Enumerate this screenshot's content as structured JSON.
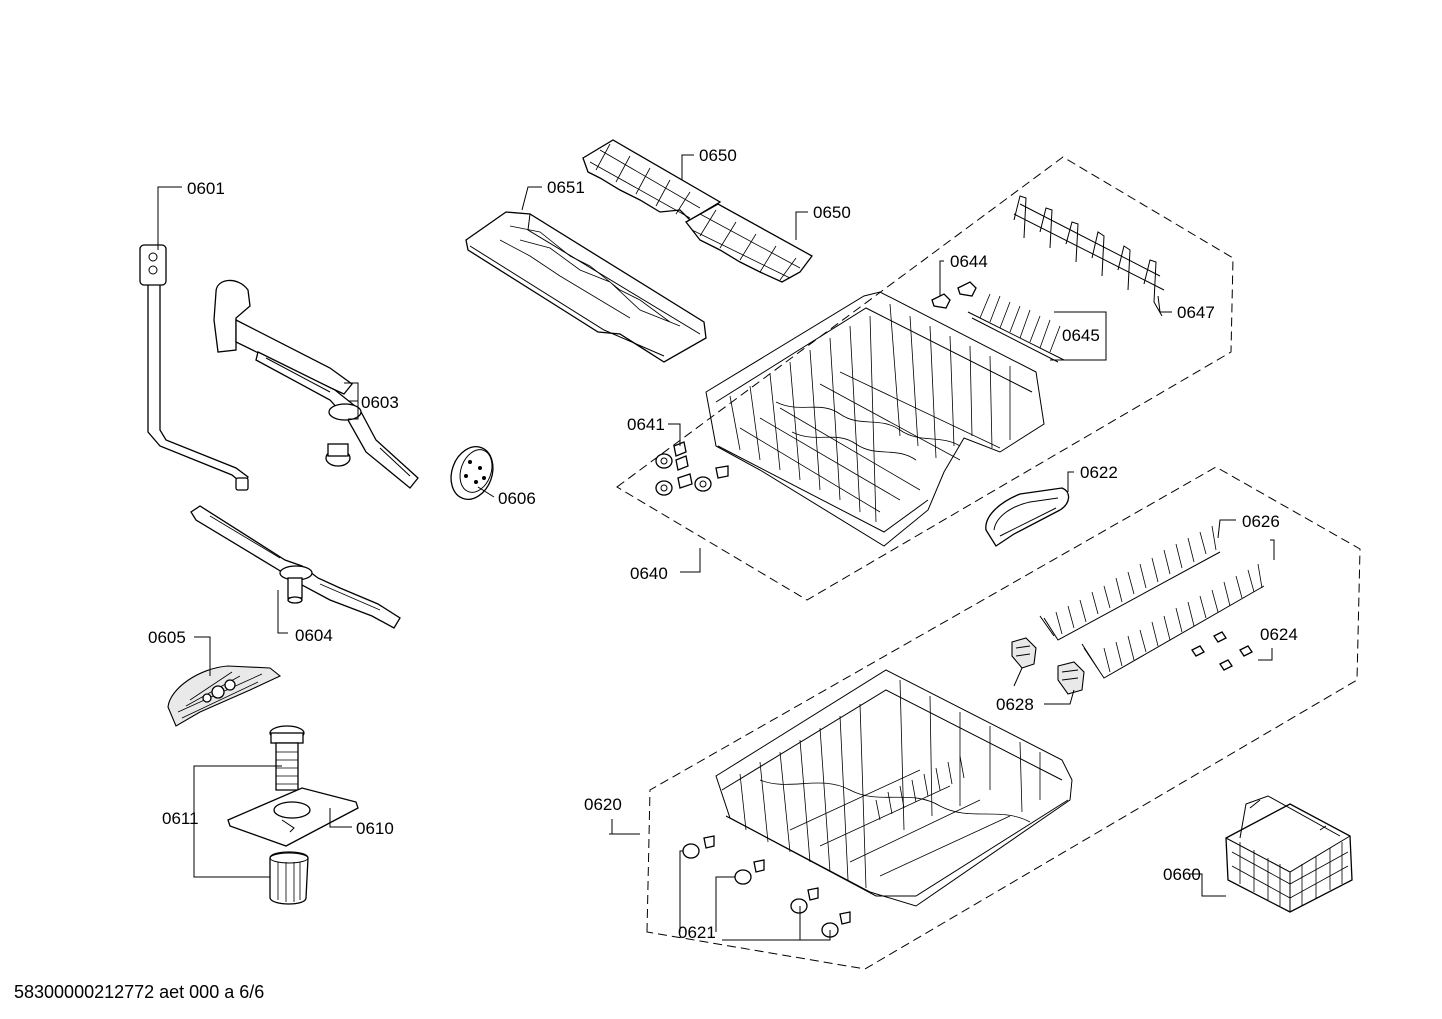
{
  "labels": {
    "l0601": "0601",
    "l0603": "0603",
    "l0604": "0604",
    "l0605": "0605",
    "l0606": "0606",
    "l0610": "0610",
    "l0611": "0611",
    "l0620": "0620",
    "l0621": "0621",
    "l0622": "0622",
    "l0624": "0624",
    "l0626": "0626",
    "l0628": "0628",
    "l0640": "0640",
    "l0641": "0641",
    "l0644": "0644",
    "l0645": "0645",
    "l0647": "0647",
    "l0650a": "0650",
    "l0650b": "0650",
    "l0651": "0651",
    "l0660": "0660"
  },
  "footer": {
    "doc_id": "58300000212772 aet 000 a 6/6"
  }
}
